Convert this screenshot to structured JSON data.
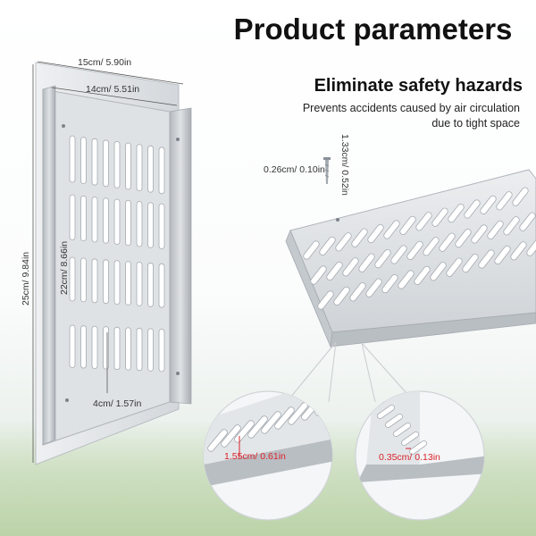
{
  "header": {
    "title": "Product parameters",
    "subtitle": "Eliminate safety hazards",
    "description_line1": "Prevents accidents caused by air circulation",
    "description_line2": "due to tight space"
  },
  "dimensions": {
    "outer_width": "15cm/ 5.90in",
    "inner_width": "14cm/ 5.51in",
    "outer_height": "25cm/ 9.84in",
    "inner_height": "22cm/ 8.66in",
    "slot_length": "4cm/ 1.57in",
    "screw_length": "1.33cm/ 0.52in",
    "screw_diameter": "0.26cm/ 0.10in",
    "flange_height": "1.55cm/ 0.61in",
    "sheet_thickness": "0.35cm/ 0.13in"
  },
  "colors": {
    "metal_light": "#e6e9ec",
    "metal_mid": "#c6cbd0",
    "metal_dark": "#9aa1a8",
    "accent_red": "#d9232a"
  }
}
